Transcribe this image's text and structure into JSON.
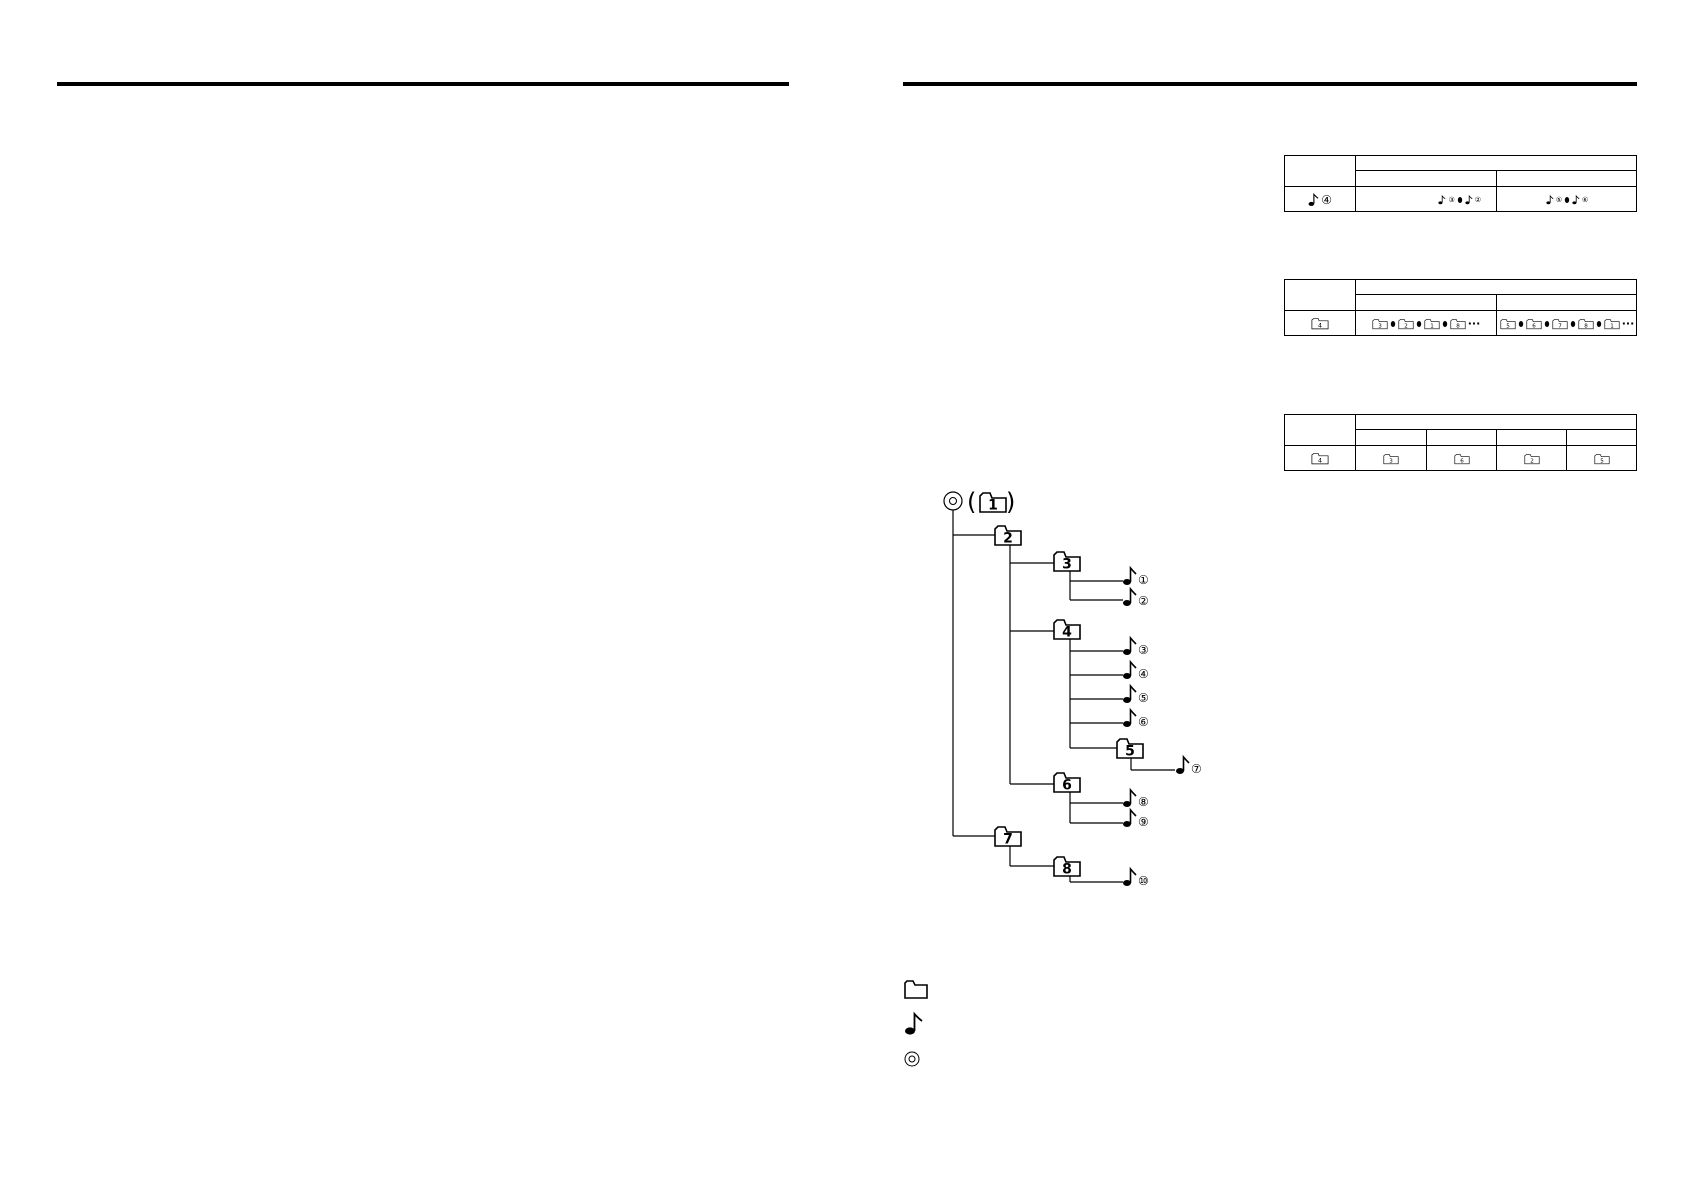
{
  "table1": {
    "row_item": {
      "note": 4
    },
    "prev": [
      {
        "note": 3
      },
      {
        "note": 2
      }
    ],
    "next": [
      {
        "note": 5
      },
      {
        "note": 6
      }
    ]
  },
  "table2": {
    "row_item": {
      "folder": 4
    },
    "prev": [
      3,
      2,
      1,
      8
    ],
    "next": [
      5,
      6,
      7,
      8,
      1
    ]
  },
  "table3": {
    "row_item": 4,
    "values": [
      3,
      6,
      2,
      5
    ]
  },
  "tree": {
    "root_label": "1",
    "nodes": [
      {
        "id": "f2",
        "type": "folder",
        "label": "2",
        "parent": "root"
      },
      {
        "id": "f3",
        "type": "folder",
        "label": "3",
        "parent": "f2"
      },
      {
        "id": "t1",
        "type": "file",
        "label": 1,
        "parent": "f3"
      },
      {
        "id": "t2",
        "type": "file",
        "label": 2,
        "parent": "f3"
      },
      {
        "id": "f4",
        "type": "folder",
        "label": "4",
        "parent": "f2"
      },
      {
        "id": "t3",
        "type": "file",
        "label": 3,
        "parent": "f4"
      },
      {
        "id": "t4",
        "type": "file",
        "label": 4,
        "parent": "f4"
      },
      {
        "id": "t5",
        "type": "file",
        "label": 5,
        "parent": "f4"
      },
      {
        "id": "t6",
        "type": "file",
        "label": 6,
        "parent": "f4"
      },
      {
        "id": "f5",
        "type": "folder",
        "label": "5",
        "parent": "f4"
      },
      {
        "id": "t7",
        "type": "file",
        "label": 7,
        "parent": "f5"
      },
      {
        "id": "f6",
        "type": "folder",
        "label": "6",
        "parent": "f2"
      },
      {
        "id": "t8",
        "type": "file",
        "label": 8,
        "parent": "f6"
      },
      {
        "id": "t9",
        "type": "file",
        "label": 9,
        "parent": "f6"
      },
      {
        "id": "f7",
        "type": "folder",
        "label": "7",
        "parent": "root"
      },
      {
        "id": "f8",
        "type": "folder",
        "label": "8",
        "parent": "f7"
      },
      {
        "id": "t10",
        "type": "file",
        "label": 10,
        "parent": "f8"
      }
    ]
  },
  "legend": [
    "folder-icon",
    "music-note-icon",
    "disc-icon"
  ],
  "icons": {
    "stroke": "#000000"
  }
}
